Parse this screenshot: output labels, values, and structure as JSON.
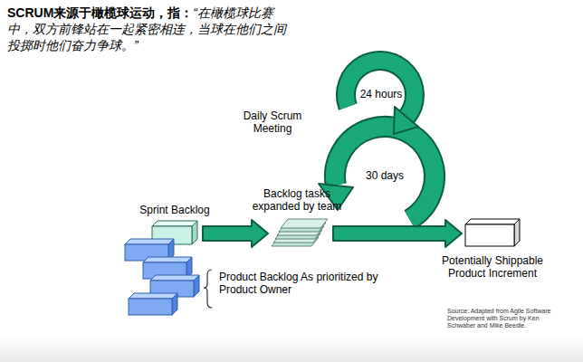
{
  "diagram": {
    "title": "SCRUM来源于橄榄球运动，指：",
    "nodes": [
      {
        "text": [
          "Sprint Backlog"
        ]
      },
      {
        "text": [
          "Product Backlog As prioritized by Product Owner"
        ]
      },
      {
        "text": [
          "Backlog tasks expanded by team"
        ]
      },
      {
        "text": [
          "Potentially Shippable Product Increment"
        ]
      }
    ],
    "edges": [
      {
        "from": 0,
        "to": 2,
        "arrow": "to"
      },
      {
        "from": 2,
        "to": 3,
        "arrow": "to"
      }
    ],
    "labels": [
      "“在橄榄球比赛中，双方前锋站在一起紧密相连，当球在他们之间投掷时他们奋力争球。”",
      "Daily Scrum Meeting",
      "24 hours",
      "30 days",
      "Source: Adapted from Agile Software Development with Scrum by Ken Schwaber and Mike Beedle."
    ]
  }
}
